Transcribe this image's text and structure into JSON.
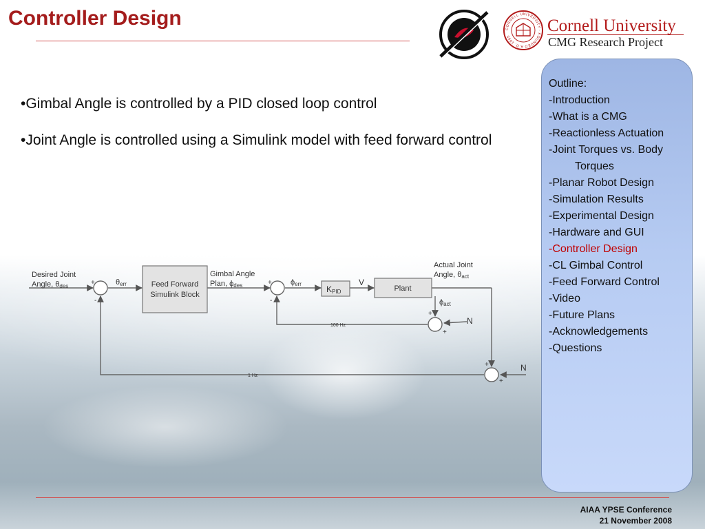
{
  "slide": {
    "title": "Controller Design"
  },
  "logos": {
    "cmg_logo_icon": "cmg-gyroscope-icon",
    "seal_lettering": "CORNELL UNIVERSITY · FOUNDED A.D. 1865",
    "institution_name": "Cornell University",
    "project_name": "CMG Research Project"
  },
  "content": {
    "bullets": [
      "•Gimbal Angle is controlled by a PID closed loop control",
      "•Joint Angle is controlled using a Simulink model with feed forward control"
    ]
  },
  "diagram": {
    "input_label_line1": "Desired Joint",
    "input_label_line2_prefix": "Angle, θ",
    "input_label_line2_sub": "des",
    "error_signal_prefix": "θ",
    "error_signal_sub": "err",
    "feedforward_block_line1": "Feed Forward",
    "feedforward_block_line2": "Simulink Block",
    "gimbal_plan_line1": "Gimbal Angle",
    "gimbal_plan_line2_prefix": "Plan, ϕ",
    "gimbal_plan_line2_sub": "des",
    "phi_err_prefix": "ϕ",
    "phi_err_sub": "err",
    "kpid_block_prefix": "K",
    "kpid_block_sub": "PID",
    "v_signal": "V",
    "plant_block": "Plant",
    "output_label_line1": "Actual Joint",
    "output_label_line2_prefix": "Angle, θ",
    "output_label_line2_sub": "act",
    "phi_act_prefix": "ϕ",
    "phi_act_sub": "act",
    "inner_loop_rate": "100 Hz",
    "outer_loop_rate": "1 Hz",
    "noise_inner": "N",
    "noise_outer": "N",
    "plus_sign": "+",
    "minus_sign": "-"
  },
  "outline": {
    "heading": "Outline:",
    "items": [
      {
        "text": "-Introduction",
        "cont": false,
        "current": false
      },
      {
        "text": "-What is a CMG",
        "cont": false,
        "current": false
      },
      {
        "text": "-Reactionless Actuation",
        "cont": false,
        "current": false
      },
      {
        "text": "-Joint Torques vs. Body",
        "cont": false,
        "current": false
      },
      {
        "text": "Torques",
        "cont": true,
        "current": false
      },
      {
        "text": "-Planar Robot Design",
        "cont": false,
        "current": false
      },
      {
        "text": "-Simulation Results",
        "cont": false,
        "current": false
      },
      {
        "text": "-Experimental Design",
        "cont": false,
        "current": false
      },
      {
        "text": "-Hardware and GUI",
        "cont": false,
        "current": false
      },
      {
        "text": "-Controller Design",
        "cont": false,
        "current": true
      },
      {
        "text": "-CL Gimbal Control",
        "cont": false,
        "current": false
      },
      {
        "text": "-Feed Forward Control",
        "cont": false,
        "current": false
      },
      {
        "text": "-Video",
        "cont": false,
        "current": false
      },
      {
        "text": "-Future Plans",
        "cont": false,
        "current": false
      },
      {
        "text": "-Acknowledgements",
        "cont": false,
        "current": false
      },
      {
        "text": "-Questions",
        "cont": false,
        "current": false
      }
    ]
  },
  "footer": {
    "line1": "AIAA YPSE Conference",
    "line2": "21 November 2008"
  },
  "colors": {
    "title": "#a41c1c",
    "rule": "#d25050",
    "current_outline_item": "#c00000",
    "cornell_red": "#b31b1b"
  }
}
